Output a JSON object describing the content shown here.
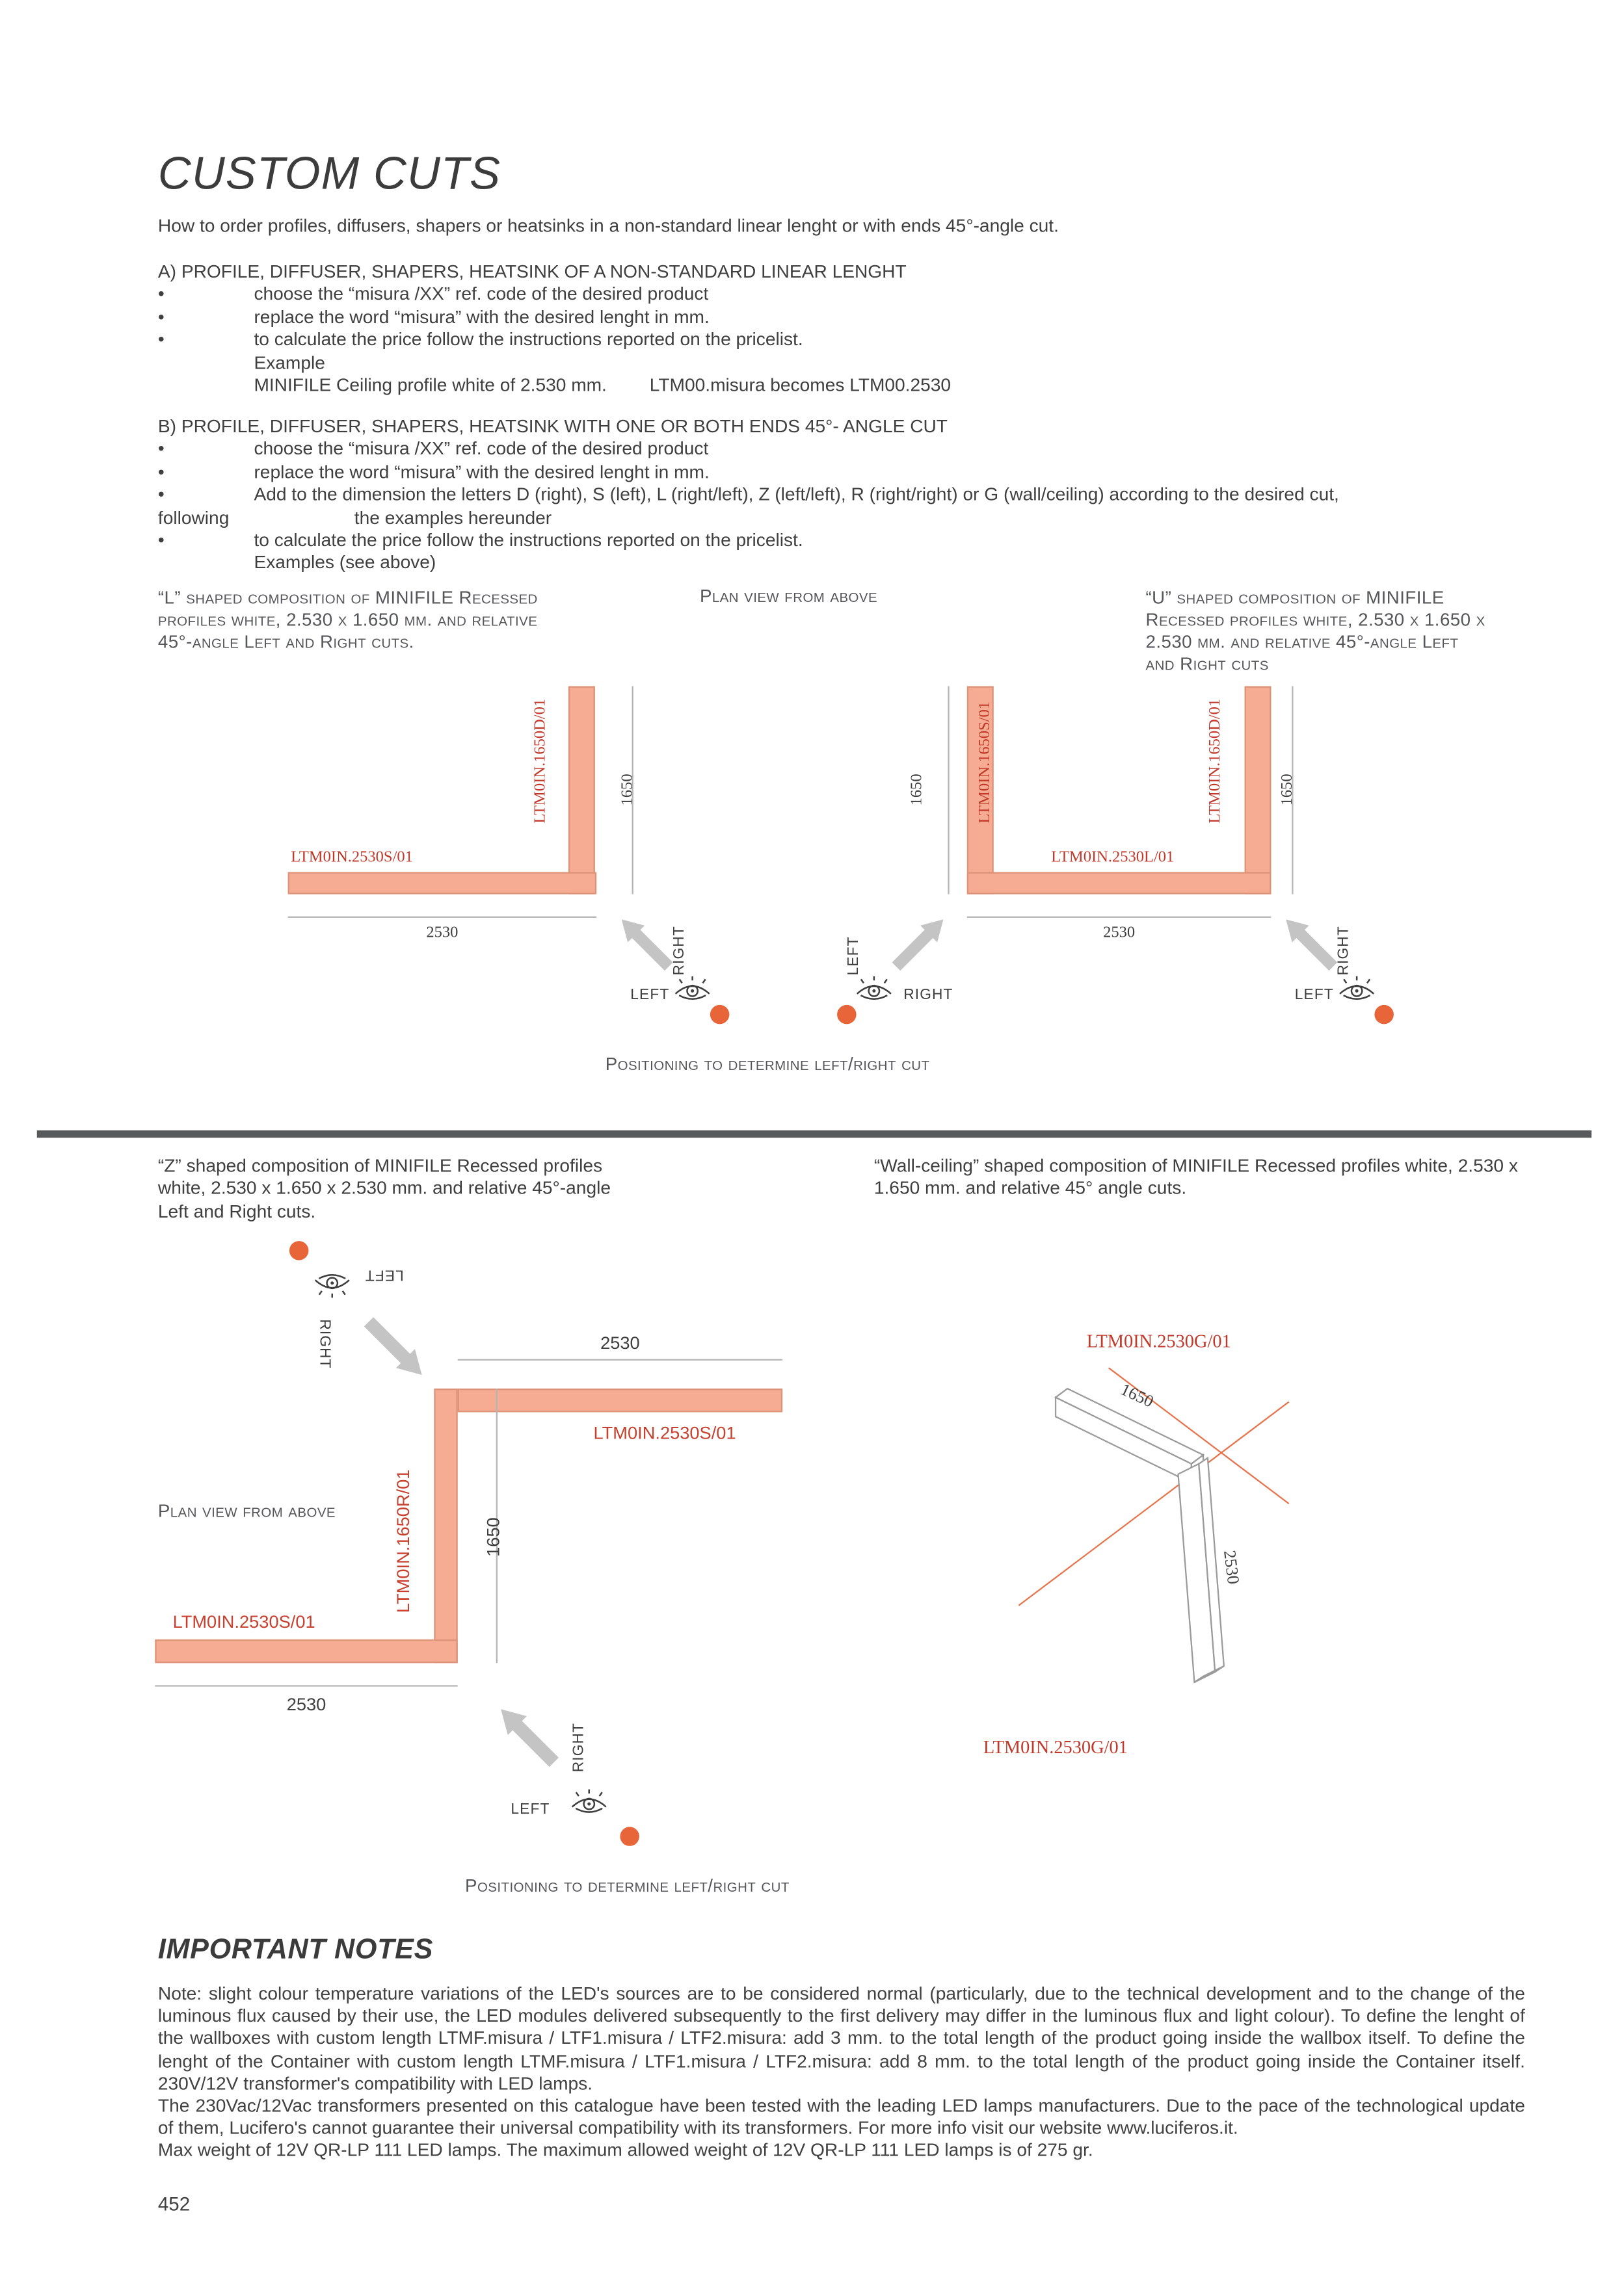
{
  "header": {
    "title": "CUSTOM CUTS",
    "subtitle": "How to order profiles, diffusers, shapers or heatsinks in a non-standard linear lenght or with ends 45°-angle cut."
  },
  "section_a": {
    "heading": "A) PROFILE, DIFFUSER, SHAPERS, HEATSINK OF A NON-STANDARD LINEAR LENGHT",
    "bullet_char": "•",
    "bullets": [
      "choose the “misura /XX” ref. code of the desired product",
      "replace the word “misura” with the desired lenght in mm.",
      "to calculate the price follow the instructions reported on the pricelist."
    ],
    "example_label": "Example",
    "example_product": "MINIFILE Ceiling profile white of 2.530 mm.",
    "example_code": "LTM00.misura becomes LTM00.2530"
  },
  "section_b": {
    "heading": "B) PROFILE, DIFFUSER, SHAPERS, HEATSINK WITH ONE OR BOTH ENDS 45°- ANGLE CUT",
    "bullet_char": "•",
    "bullets": [
      "choose the “misura /XX” ref. code of the desired product",
      "replace the word “misura” with the desired lenght in mm.",
      "Add to the dimension the letters D (right), S (left), L (right/left), Z (left/left), R (right/right) or G (wall/ceiling) according to the desired cut,"
    ],
    "wrap_word": "following",
    "wrap_rest": "the examples hereunder",
    "bullet_last": "to calculate the price follow the instructions reported on the pricelist.",
    "examples_note": "Examples (see above)"
  },
  "eye_labels": {
    "left": "LEFT",
    "right": "RIGHT"
  },
  "top_diagrams": {
    "caption_l": "“L” shaped composition of MINIFILE Recessed  profiles white, 2.530 x 1.650 mm. and relative 45°-angle Left and Right cuts.",
    "plan_view": "Plan view from above",
    "caption_u": "“U” shaped composition of MINIFILE Recessed profiles white,  2.530 x 1.650 x 2.530 mm. and relative 45°-angle Left and Right cuts",
    "l": {
      "vertical_label": "LTM0IN.1650D/01",
      "vertical_dim": "1650",
      "horizontal_label": "LTM0IN.2530S/01",
      "horizontal_dim": "2530"
    },
    "u": {
      "left_label": "LTM0IN.1650S/01",
      "left_dim": "1650",
      "horizontal_label": "LTM0IN.2530L/01",
      "horizontal_dim": "2530",
      "right_label": "LTM0IN.1650D/01",
      "right_dim": "1650"
    },
    "positioning_caption": "Positioning to determine left/right cut"
  },
  "bottom_diagrams": {
    "caption_z": "“Z” shaped composition of MINIFILE Recessed profiles white, 2.530 x 1.650 x 2.530 mm. and relative 45°-angle Left and Right cuts.",
    "caption_wall": "“Wall-ceiling” shaped composition of MINIFILE Recessed profiles white, 2.530 x 1.650 mm.  and relative 45° angle cuts.",
    "z": {
      "top_dim": "2530",
      "top_label": "LTM0IN.2530S/01",
      "vertical_label": "LTM0IN.1650R/01",
      "vertical_dim": "1650",
      "plan_view": "Plan view from above",
      "bottom_label": "LTM0IN.2530S/01",
      "bottom_dim": "2530"
    },
    "wall": {
      "top_label": "LTM0IN.2530G/01",
      "dim_length": "1650",
      "dim_height": "2530",
      "bottom_label": "LTM0IN.2530G/01"
    },
    "positioning_caption": "Positioning to determine left/right cut"
  },
  "notes": {
    "heading": "IMPORTANT NOTES",
    "p1": "Note: slight colour temperature variations of the LED's sources are to be considered normal (particularly, due to the technical development and to the change of the luminous flux caused by their use, the LED modules delivered subsequently to the first delivery may differ in the luminous flux and light colour). To define the lenght of the wallboxes with custom length LTMF.misura / LTF1.misura / LTF2.misura: add 3 mm. to the total length of the product going inside the wallbox itself.  To define the lenght of the Container with custom length LTMF.misura / LTF1.misura / LTF2.misura: add 8 mm. to the total length of the product going inside the Container itself.  230V/12V transformer's  compatibility with LED lamps.",
    "p2": "The 230Vac/12Vac transformers presented on this catalogue have been tested with the leading LED lamps manufacturers. Due to the pace of the technological update of them, Lucifero's cannot guarantee their universal compatibility with its transformers. For more info visit our website www.luciferos.it.",
    "p3": "Max weight of 12V QR-LP 111  LED lamps.  The maximum allowed weight of 12V QR-LP 111 LED lamps is of 275 gr."
  },
  "footer": {
    "page_number": "452"
  }
}
